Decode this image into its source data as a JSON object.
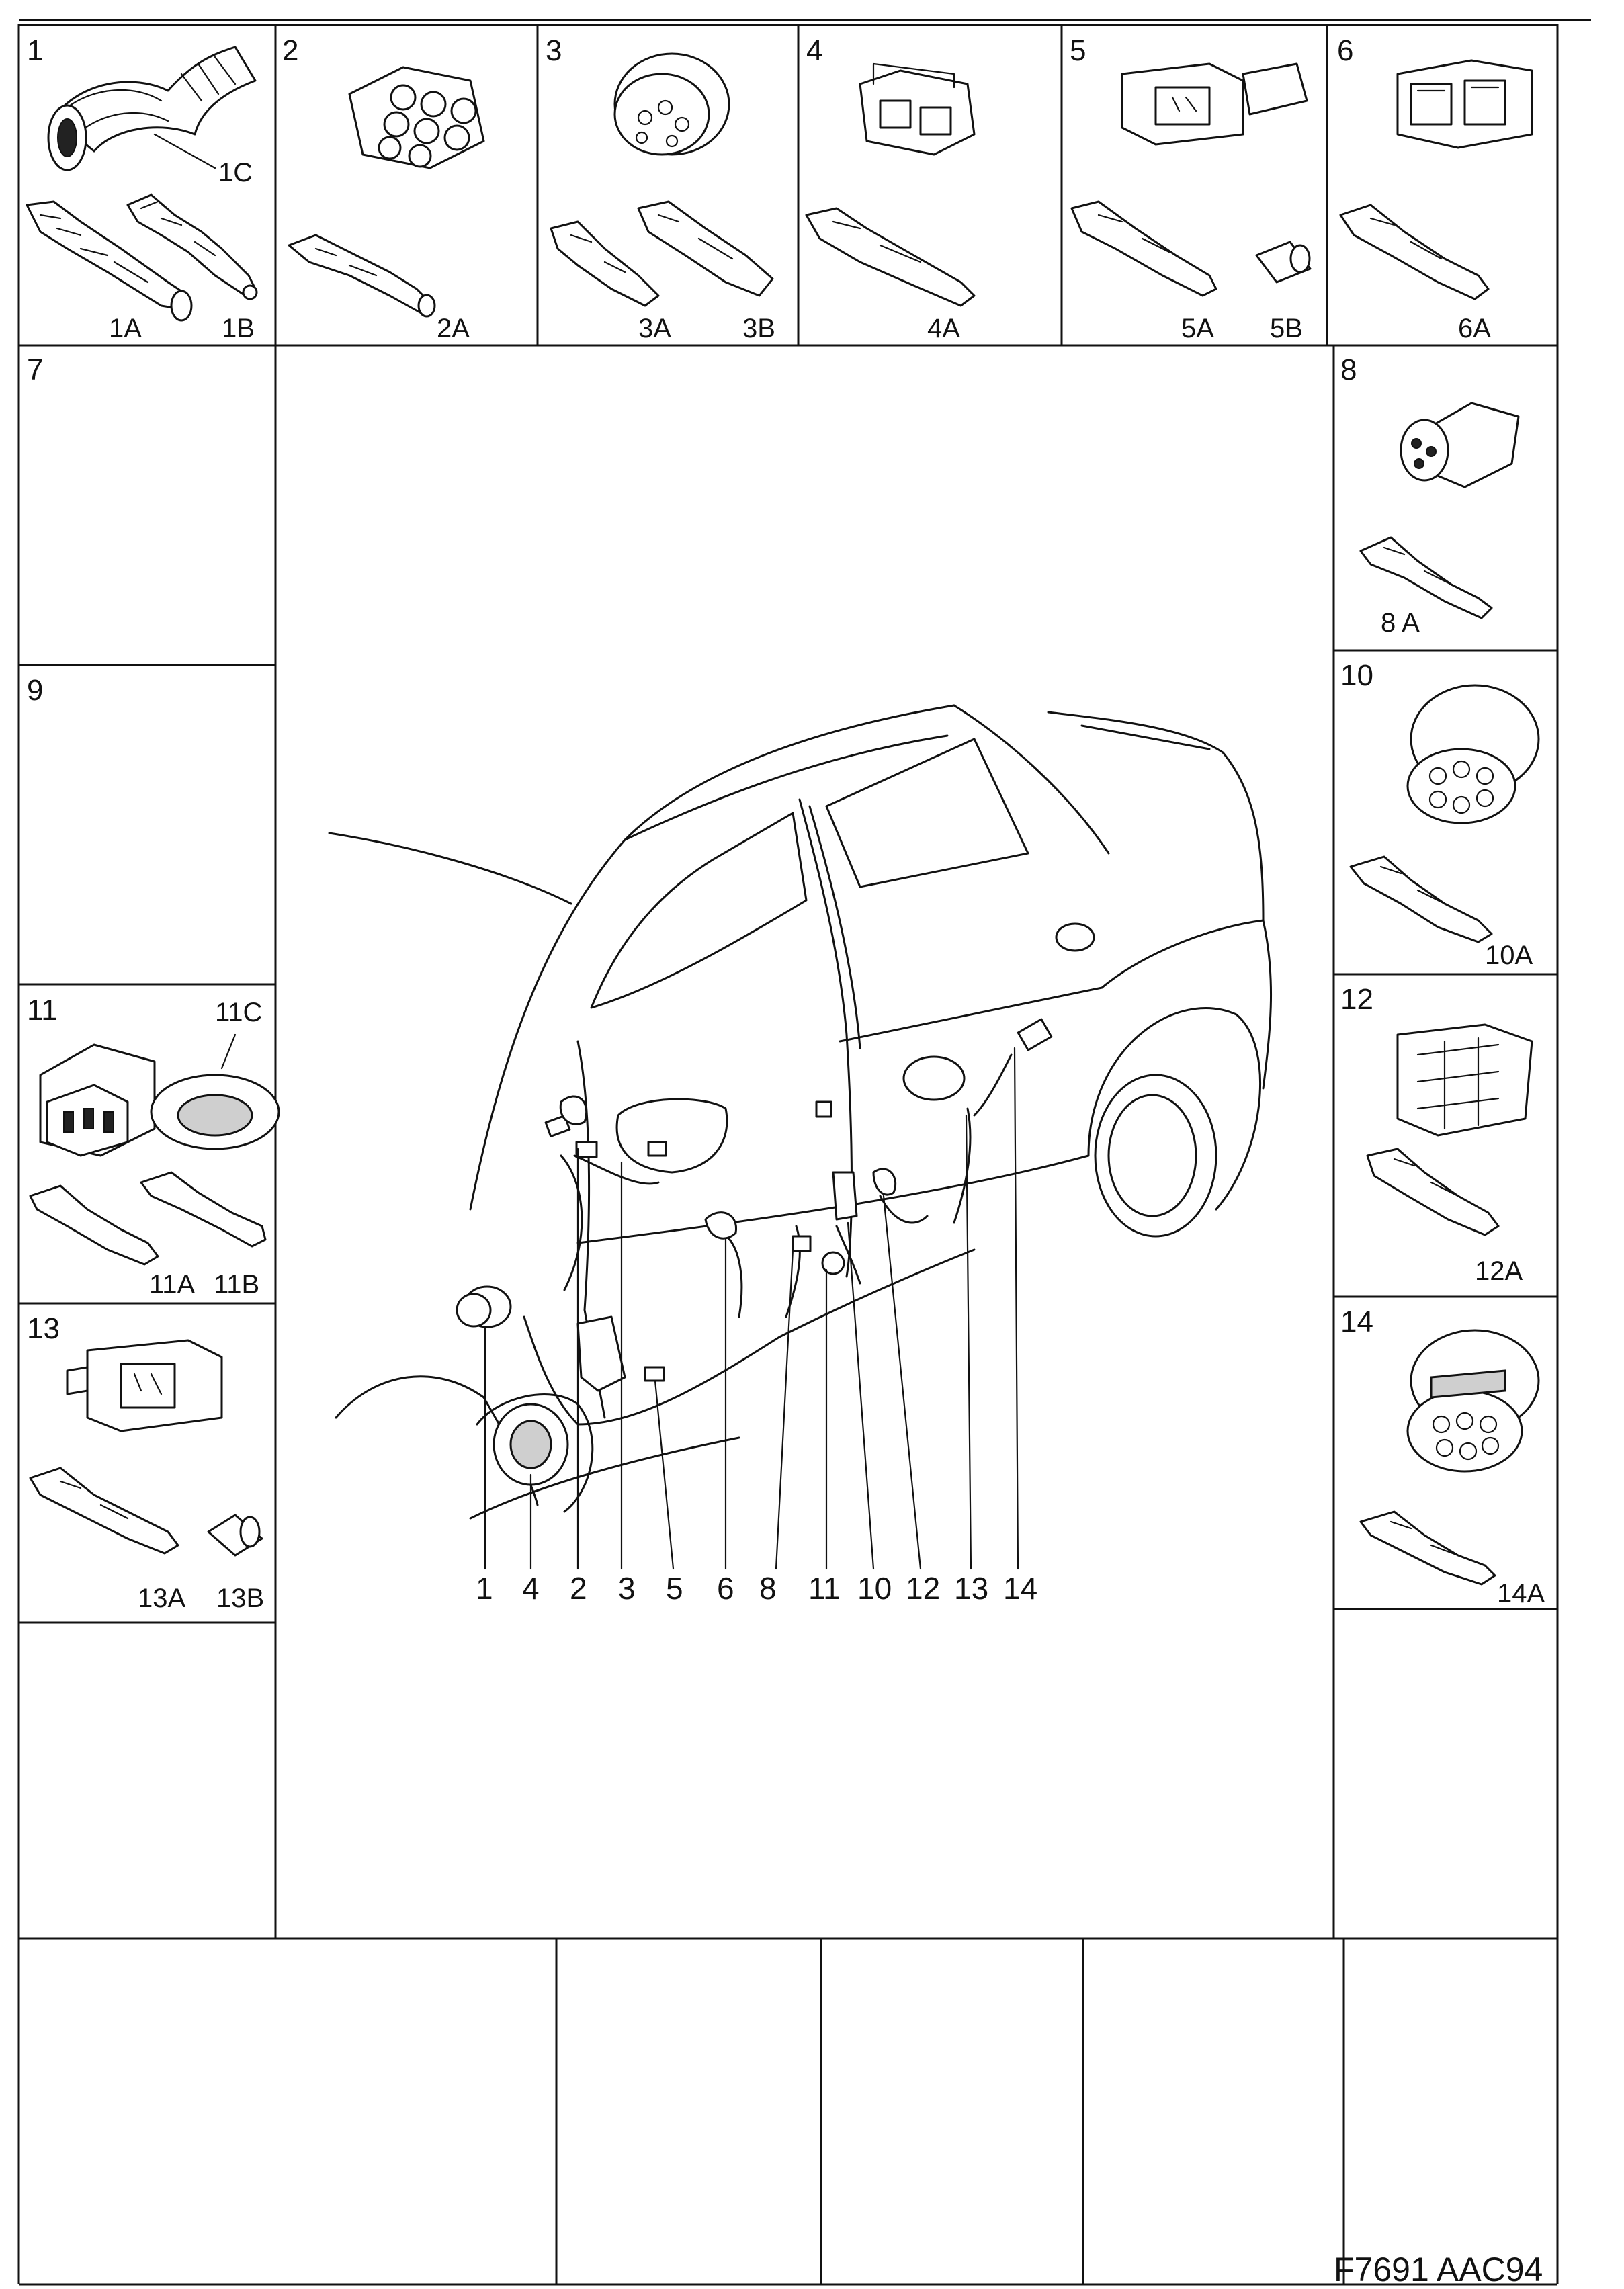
{
  "figure_code": "F7691 AAC94",
  "cells": [
    {
      "id": "1",
      "num": "1",
      "parts": [
        "1A",
        "1B"
      ],
      "callout": "1C"
    },
    {
      "id": "2",
      "num": "2",
      "parts": [
        "2A"
      ]
    },
    {
      "id": "3",
      "num": "3",
      "parts": [
        "3A",
        "3B"
      ]
    },
    {
      "id": "4",
      "num": "4",
      "parts": [
        "4A"
      ]
    },
    {
      "id": "5",
      "num": "5",
      "parts": [
        "5A",
        "5B"
      ]
    },
    {
      "id": "6",
      "num": "6",
      "parts": [
        "6A"
      ]
    },
    {
      "id": "7",
      "num": "7",
      "parts": []
    },
    {
      "id": "8",
      "num": "8",
      "parts": [
        "8 A"
      ]
    },
    {
      "id": "9",
      "num": "9",
      "parts": []
    },
    {
      "id": "10",
      "num": "10",
      "parts": [
        "10A"
      ]
    },
    {
      "id": "11",
      "num": "11",
      "parts": [
        "11A",
        "11B"
      ],
      "callout": "11C"
    },
    {
      "id": "12",
      "num": "12",
      "parts": [
        "12A"
      ]
    },
    {
      "id": "13",
      "num": "13",
      "parts": [
        "13A",
        "13B"
      ]
    },
    {
      "id": "14",
      "num": "14",
      "parts": [
        "14A"
      ]
    }
  ],
  "car_callouts": [
    "1",
    "4",
    "2",
    "3",
    "5",
    "6",
    "8",
    "11",
    "10",
    "12",
    "13",
    "14"
  ]
}
